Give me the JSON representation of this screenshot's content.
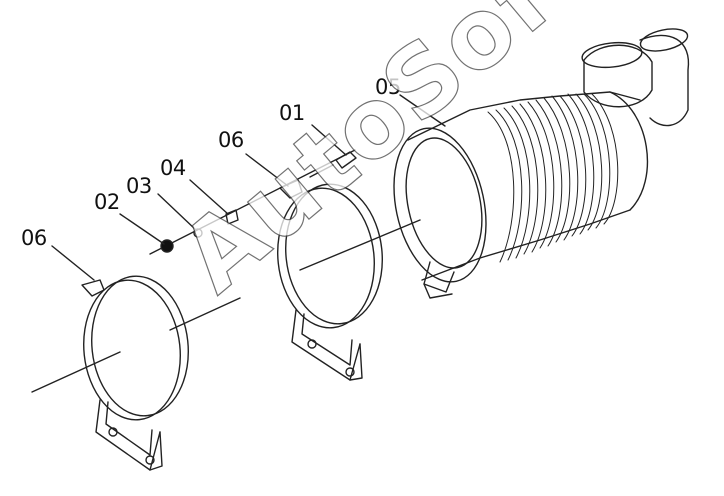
{
  "labels": {
    "bolt": "01",
    "nut": "02",
    "washer_flat": "03",
    "washer_spring": "04",
    "air_filter": "05",
    "clamp_right": "06",
    "clamp_left": "06"
  },
  "watermark": "AutoSoft"
}
